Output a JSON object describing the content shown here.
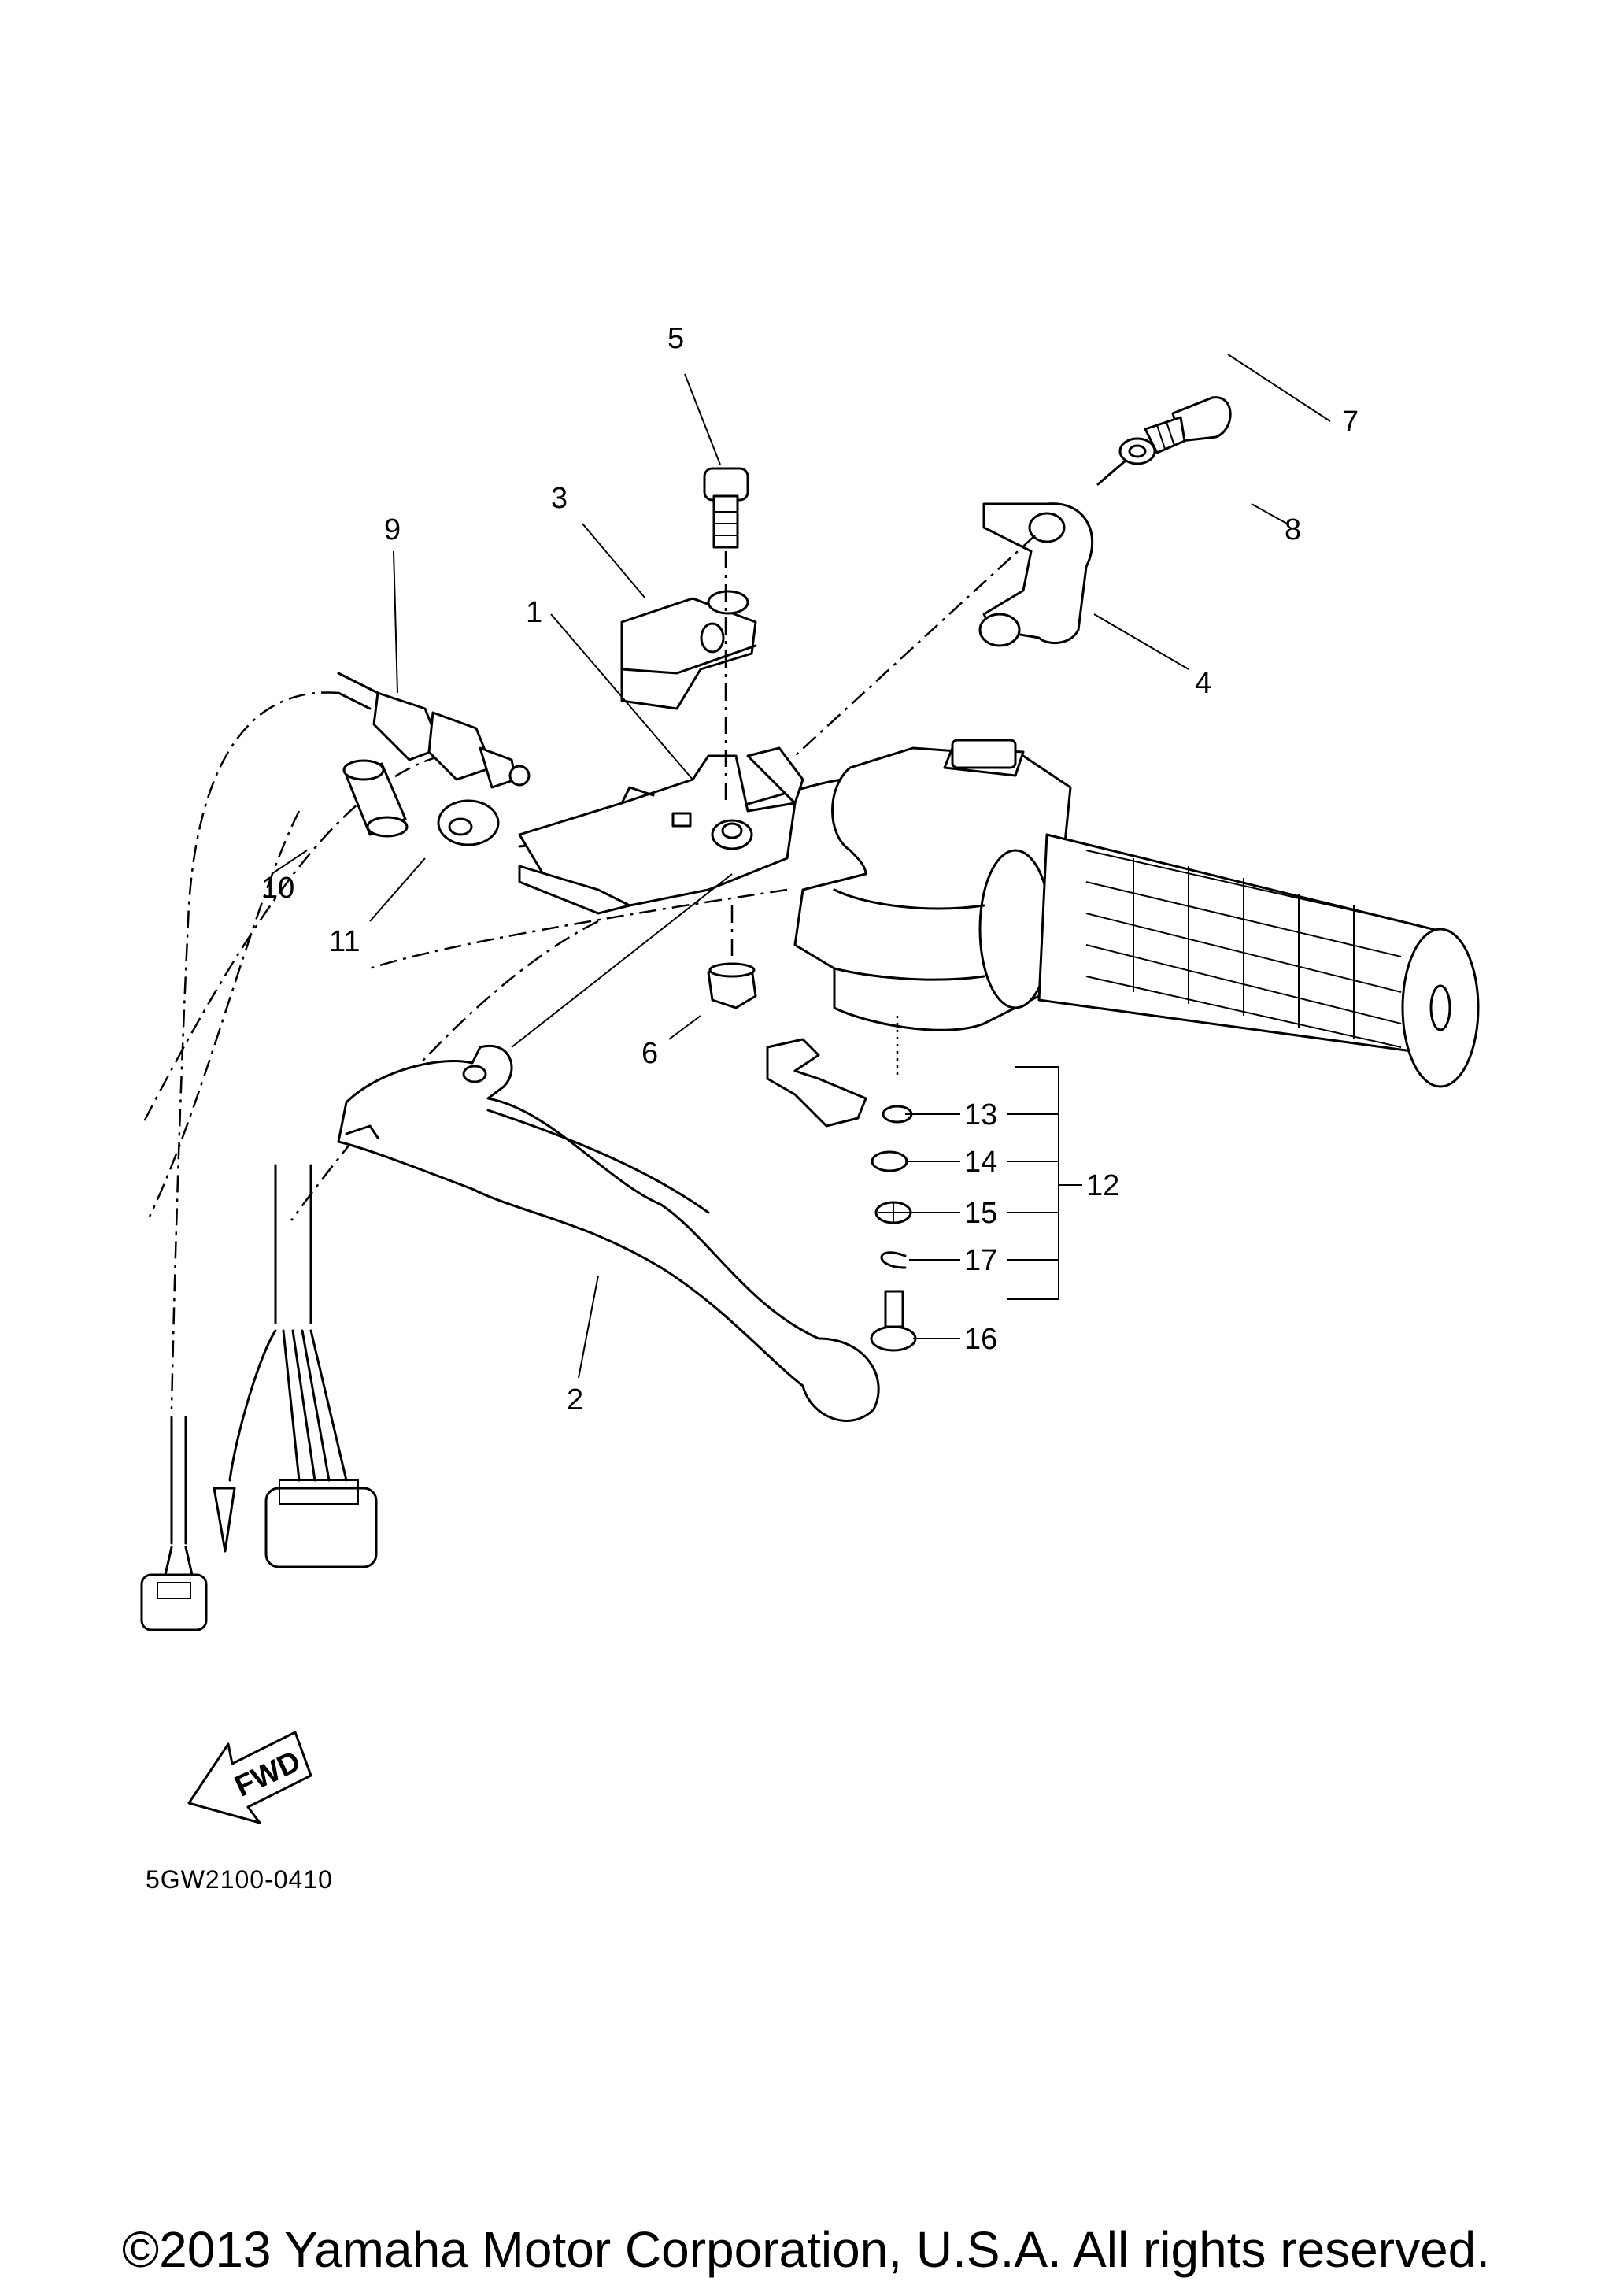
{
  "diagram": {
    "callouts": [
      {
        "id": "c1",
        "text": "1"
      },
      {
        "id": "c2",
        "text": "2"
      },
      {
        "id": "c3",
        "text": "3"
      },
      {
        "id": "c4",
        "text": "4"
      },
      {
        "id": "c5",
        "text": "5"
      },
      {
        "id": "c6",
        "text": "6"
      },
      {
        "id": "c7",
        "text": "7"
      },
      {
        "id": "c8",
        "text": "8"
      },
      {
        "id": "c9",
        "text": "9"
      },
      {
        "id": "c10",
        "text": "10"
      },
      {
        "id": "c11",
        "text": "11"
      },
      {
        "id": "c12",
        "text": "12"
      },
      {
        "id": "c13",
        "text": "13"
      },
      {
        "id": "c14",
        "text": "14"
      },
      {
        "id": "c15",
        "text": "15"
      },
      {
        "id": "c16",
        "text": "16"
      },
      {
        "id": "c17",
        "text": "17"
      }
    ],
    "fwd_label": "FWD",
    "drawing_code": "5GW2100-0410"
  },
  "footer": {
    "copyright": "©2013 Yamaha Motor Corporation, U.S.A. All rights reserved."
  }
}
